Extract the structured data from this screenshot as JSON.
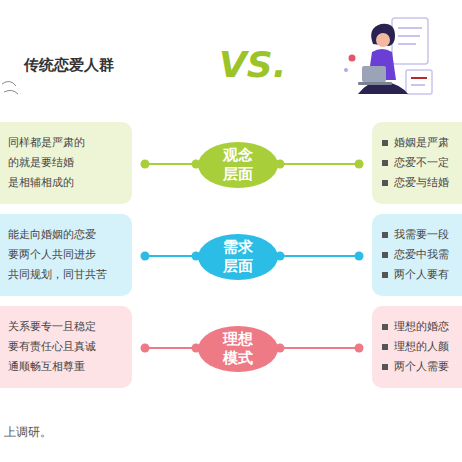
{
  "diagram": {
    "caption": "上调研。",
    "nodes": [
      {
        "text": [
          "同样都是严肃的",
          "的就是要结婚",
          "是相辅相成的"
        ]
      },
      {
        "text": [
          "观念 层面"
        ]
      },
      {
        "text": [
          "婚姻是严肃",
          "恋爱不一定",
          "恋爱与结婚"
        ]
      },
      {
        "text": [
          "能走向婚姻的恋爱",
          "要两个人共同进步",
          "共同规划，同甘共苦"
        ]
      },
      {
        "text": [
          "需求 层面"
        ]
      },
      {
        "text": [
          "我需要一段",
          "恋爱中我需",
          "两个人要有"
        ]
      },
      {
        "text": [
          "关系要专一且稳定",
          "要有责任心且真诚",
          "通顺畅互相尊重"
        ]
      },
      {
        "text": [
          "理想 模式"
        ]
      },
      {
        "text": [
          "理想的婚恋",
          "理想的人颜",
          "两个人需要"
        ]
      }
    ],
    "edges": [
      {
        "from": 0,
        "to": 1,
        "arrow": "none"
      },
      {
        "from": 1,
        "to": 2,
        "arrow": "none"
      },
      {
        "from": 3,
        "to": 4,
        "arrow": "none"
      },
      {
        "from": 4,
        "to": 5,
        "arrow": "none"
      },
      {
        "from": 6,
        "to": 7,
        "arrow": "none"
      },
      {
        "from": 7,
        "to": 8,
        "arrow": "none"
      }
    ],
    "labels": [
      "传统恋爱人群",
      "VS."
    ]
  }
}
